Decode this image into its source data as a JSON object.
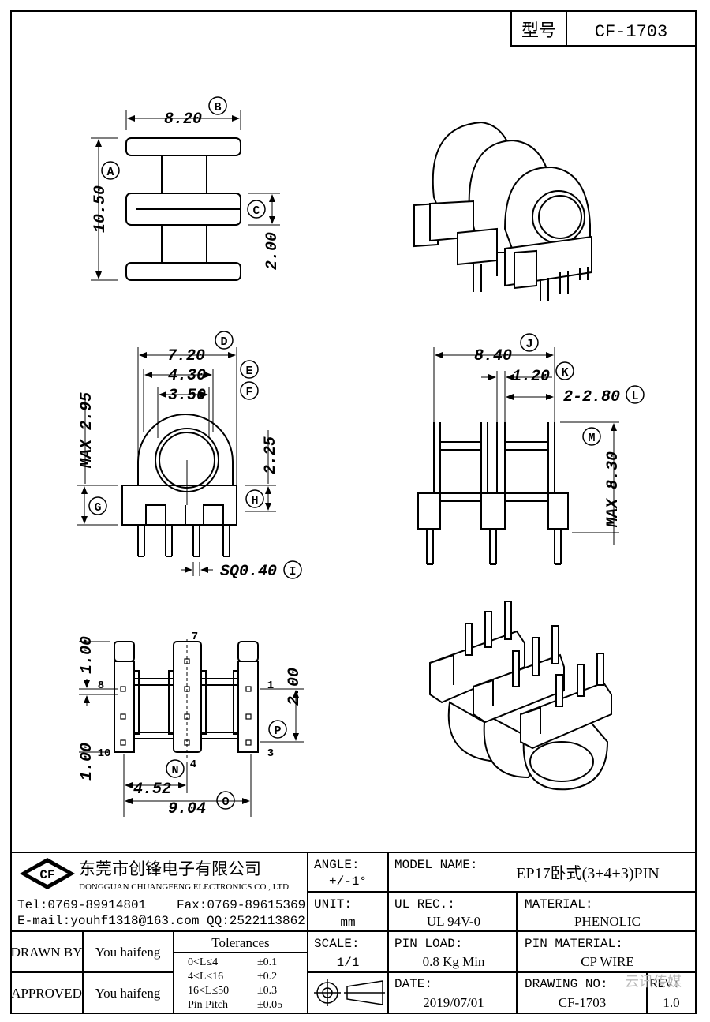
{
  "header": {
    "model_label": "型号",
    "model_no": "CF-1703"
  },
  "views": {
    "top": {
      "width": "8.20",
      "width_tag": "B",
      "height": "10.50",
      "height_tag": "A",
      "slot": "2.00",
      "slot_tag": "C"
    },
    "front": {
      "d1": "7.20",
      "d1_tag": "D",
      "d2": "4.30",
      "d2_tag": "E",
      "d3": "3.50",
      "d3_tag": "F",
      "max_h": "MAX 2.95",
      "h2": "2.25",
      "g_tag": "G",
      "h_tag": "H",
      "pin": "SQ0.40",
      "pin_tag": "I"
    },
    "side": {
      "w": "8.40",
      "w_tag": "J",
      "p": "1.20",
      "p_tag": "K",
      "pp": "2-2.80",
      "pp_tag": "L",
      "m_tag": "M",
      "max_h": "MAX 8.30"
    },
    "bottom": {
      "t1": "1.00",
      "t2": "1.00",
      "s": "2.00",
      "p_tag": "P",
      "w1": "4.52",
      "n_tag": "N",
      "w2": "9.04",
      "o_tag": "O",
      "pins": {
        "p7": "7",
        "p8": "8",
        "p1": "1",
        "p10": "10",
        "p4": "4",
        "p3": "3"
      }
    }
  },
  "title_block": {
    "company_cn": "东莞市创锋电子有限公司",
    "company_en": "DONGGUAN CHUANGFENG ELECTRONICS CO., LTD.",
    "logo": "CF",
    "tel": "Tel:0769-89914801",
    "fax": "Fax:0769-89615369",
    "email": "E-mail:youhf1318@163.com",
    "qq": "QQ:2522113862",
    "drawn_by_label": "DRAWN BY",
    "drawn_by": "You haifeng",
    "approved_label": "APPROVED",
    "approved": "You haifeng",
    "tolerances_title": "Tolerances",
    "tolerances": [
      {
        "range": "0<L≤4",
        "tol": "±0.1"
      },
      {
        "range": "4<L≤16",
        "tol": "±0.2"
      },
      {
        "range": "16<L≤50",
        "tol": "±0.3"
      },
      {
        "range": "Pin Pitch",
        "tol": "±0.05"
      }
    ],
    "angle_label": "ANGLE:",
    "angle": "+/-1°",
    "unit_label": "UNIT:",
    "unit": "mm",
    "scale_label": "SCALE:",
    "scale": "1/1",
    "model_name_label": "MODEL NAME:",
    "model_name": "EP17卧式(3+4+3)PIN",
    "ul_rec_label": "UL REC.:",
    "ul_rec": "UL 94V-0",
    "material_label": "MATERIAL:",
    "material": "PHENOLIC",
    "pin_load_label": "PIN LOAD:",
    "pin_load": "0.8 Kg Min",
    "pin_material_label": "PIN MATERIAL:",
    "pin_material": "CP WIRE",
    "date_label": "DATE:",
    "date": "2019/07/01",
    "drawing_no_label": "DRAWING NO:",
    "drawing_no": "CF-1703",
    "rev_label": "REV:",
    "rev": "1.0",
    "watermark": "云讯传媒"
  }
}
